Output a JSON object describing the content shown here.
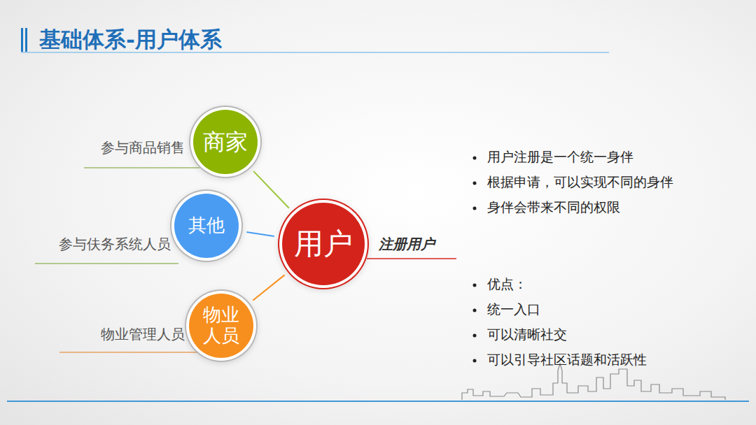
{
  "diagram": {
    "title": "基础体系-用户体系",
    "nodes": [
      {
        "text": [
          "商家"
        ]
      },
      {
        "text": [
          "其他"
        ]
      },
      {
        "text": [
          "物业 人员"
        ]
      },
      {
        "text": [
          "用户"
        ]
      }
    ],
    "edges": [
      {
        "from": 0,
        "to": 3,
        "arrow": "none"
      },
      {
        "from": 1,
        "to": 3,
        "arrow": "none"
      },
      {
        "from": 2,
        "to": 3,
        "arrow": "none"
      }
    ],
    "labels": [
      "参与商品销售",
      "参与伕务系统人员",
      "物业管理人员",
      "注册用户",
      "用户注册是一个统一身伴",
      "根据申请，可以实现不同的身伴",
      "身伴会带来不同的权限",
      "优点：",
      "统一入口",
      "可以清晰社交",
      "可以引导社区话题和活跃性"
    ]
  }
}
